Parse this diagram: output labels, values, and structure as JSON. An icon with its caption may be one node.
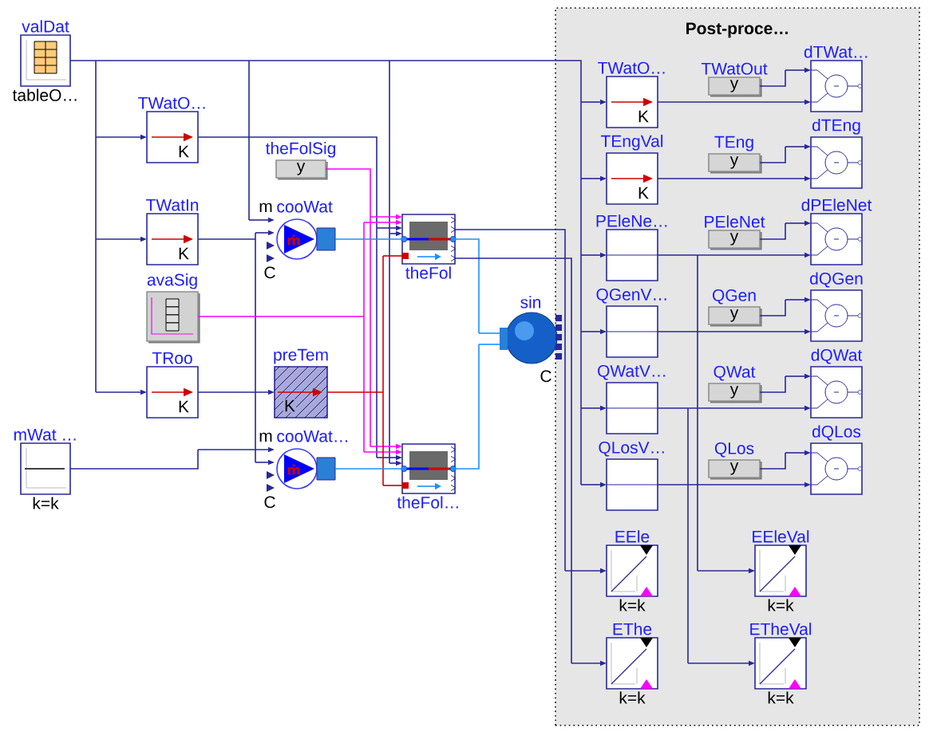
{
  "diagram": {
    "nodes": [
      {
        "text": [
          "valDat",
          "tableO…"
        ]
      },
      {
        "text": [
          "TWatO…",
          "K"
        ]
      },
      {
        "text": [
          "theFolSig",
          "y"
        ]
      },
      {
        "text": [
          "TWatIn",
          "K"
        ]
      },
      {
        "text": [
          "cooWat",
          "ṁ"
        ]
      },
      {
        "text": [
          "theFol"
        ]
      },
      {
        "text": [
          "avaSig"
        ]
      },
      {
        "text": [
          "sin"
        ]
      },
      {
        "text": [
          "TRoo",
          "K"
        ]
      },
      {
        "text": [
          "preTem",
          "K"
        ]
      },
      {
        "text": [
          "mWat …",
          "k=k"
        ]
      },
      {
        "text": [
          "cooWat…",
          "ṁ"
        ]
      },
      {
        "text": [
          "theFol…"
        ]
      },
      {
        "text": [
          "Post-proce…"
        ]
      },
      {
        "text": [
          "TWatO…",
          "K"
        ],
        "in": 13
      },
      {
        "text": [
          "TWatOut",
          "y"
        ],
        "in": 13
      },
      {
        "text": [
          "dTWat…"
        ],
        "in": 13
      },
      {
        "text": [
          "TEngVal",
          "K"
        ],
        "in": 13
      },
      {
        "text": [
          "TEng",
          "y"
        ],
        "in": 13
      },
      {
        "text": [
          "dTEng"
        ],
        "in": 13
      },
      {
        "text": [
          "PEleNe…"
        ],
        "in": 13
      },
      {
        "text": [
          "PEleNet",
          "y"
        ],
        "in": 13
      },
      {
        "text": [
          "dPEleNet"
        ],
        "in": 13
      },
      {
        "text": [
          "QGenV…"
        ],
        "in": 13
      },
      {
        "text": [
          "QGen",
          "y"
        ],
        "in": 13
      },
      {
        "text": [
          "dQGen"
        ],
        "in": 13
      },
      {
        "text": [
          "QWatV…"
        ],
        "in": 13
      },
      {
        "text": [
          "QWat",
          "y"
        ],
        "in": 13
      },
      {
        "text": [
          "dQWat"
        ],
        "in": 13
      },
      {
        "text": [
          "QLosV…"
        ],
        "in": 13
      },
      {
        "text": [
          "QLos",
          "y"
        ],
        "in": 13
      },
      {
        "text": [
          "dQLos"
        ],
        "in": 13
      },
      {
        "text": [
          "EEle",
          "k=k"
        ],
        "in": 13
      },
      {
        "text": [
          "EEleVal",
          "k=k"
        ],
        "in": 13
      },
      {
        "text": [
          "EThe",
          "k=k"
        ],
        "in": 13
      },
      {
        "text": [
          "ETheVal",
          "k=k"
        ],
        "in": 13
      }
    ],
    "edges": [
      {
        "from": 0,
        "to": 1,
        "arrow": "to"
      },
      {
        "from": 0,
        "to": 3,
        "arrow": "to"
      },
      {
        "from": 0,
        "to": 8,
        "arrow": "to"
      },
      {
        "from": 0,
        "to": 4,
        "arrow": "to"
      },
      {
        "from": 0,
        "to": 5,
        "arrow": "to"
      },
      {
        "from": 0,
        "to": 12,
        "arrow": "to"
      },
      {
        "from": 0,
        "to": 14,
        "arrow": "to"
      },
      {
        "from": 0,
        "to": 17,
        "arrow": "to"
      },
      {
        "from": 0,
        "to": 20,
        "arrow": "to"
      },
      {
        "from": 0,
        "to": 23,
        "arrow": "to"
      },
      {
        "from": 0,
        "to": 26,
        "arrow": "to"
      },
      {
        "from": 0,
        "to": 29,
        "arrow": "to"
      },
      {
        "from": 1,
        "to": 5,
        "arrow": "to"
      },
      {
        "from": 1,
        "to": 12,
        "arrow": "to"
      },
      {
        "from": 2,
        "to": 5,
        "arrow": "to",
        "color": "#ff00ff"
      },
      {
        "from": 2,
        "to": 12,
        "arrow": "to",
        "color": "#ff00ff"
      },
      {
        "from": 3,
        "to": 4,
        "arrow": "to"
      },
      {
        "from": 3,
        "to": 11,
        "arrow": "to"
      },
      {
        "from": 6,
        "to": 5,
        "arrow": "to",
        "color": "#ff00ff"
      },
      {
        "from": 6,
        "to": 12,
        "arrow": "to",
        "color": "#ff00ff"
      },
      {
        "from": 8,
        "to": 9,
        "arrow": "to"
      },
      {
        "from": 9,
        "to": 5,
        "arrow": "none",
        "color": "#cc0000"
      },
      {
        "from": 9,
        "to": 12,
        "arrow": "none",
        "color": "#cc0000"
      },
      {
        "from": 10,
        "to": 11,
        "arrow": "to"
      },
      {
        "from": 4,
        "to": 5,
        "arrow": "none",
        "color": "#1e90ff"
      },
      {
        "from": 11,
        "to": 12,
        "arrow": "none",
        "color": "#1e90ff"
      },
      {
        "from": 5,
        "to": 7,
        "arrow": "none",
        "color": "#1e90ff"
      },
      {
        "from": 12,
        "to": 7,
        "arrow": "none",
        "color": "#1e90ff"
      },
      {
        "from": 5,
        "to": 32,
        "arrow": "to"
      },
      {
        "from": 5,
        "to": 34,
        "arrow": "to"
      },
      {
        "from": 14,
        "to": 16,
        "arrow": "to"
      },
      {
        "from": 15,
        "to": 16,
        "arrow": "to"
      },
      {
        "from": 17,
        "to": 19,
        "arrow": "to"
      },
      {
        "from": 18,
        "to": 19,
        "arrow": "to"
      },
      {
        "from": 20,
        "to": 22,
        "arrow": "to"
      },
      {
        "from": 21,
        "to": 22,
        "arrow": "to"
      },
      {
        "from": 23,
        "to": 25,
        "arrow": "to"
      },
      {
        "from": 24,
        "to": 25,
        "arrow": "to"
      },
      {
        "from": 26,
        "to": 28,
        "arrow": "to"
      },
      {
        "from": 27,
        "to": 28,
        "arrow": "to"
      },
      {
        "from": 29,
        "to": 31,
        "arrow": "to"
      },
      {
        "from": 30,
        "to": 31,
        "arrow": "to"
      },
      {
        "from": 20,
        "to": 33,
        "arrow": "to"
      },
      {
        "from": 26,
        "to": 35,
        "arrow": "to"
      }
    ],
    "labels": [
      "m",
      "C",
      "C",
      "m",
      "C"
    ]
  }
}
